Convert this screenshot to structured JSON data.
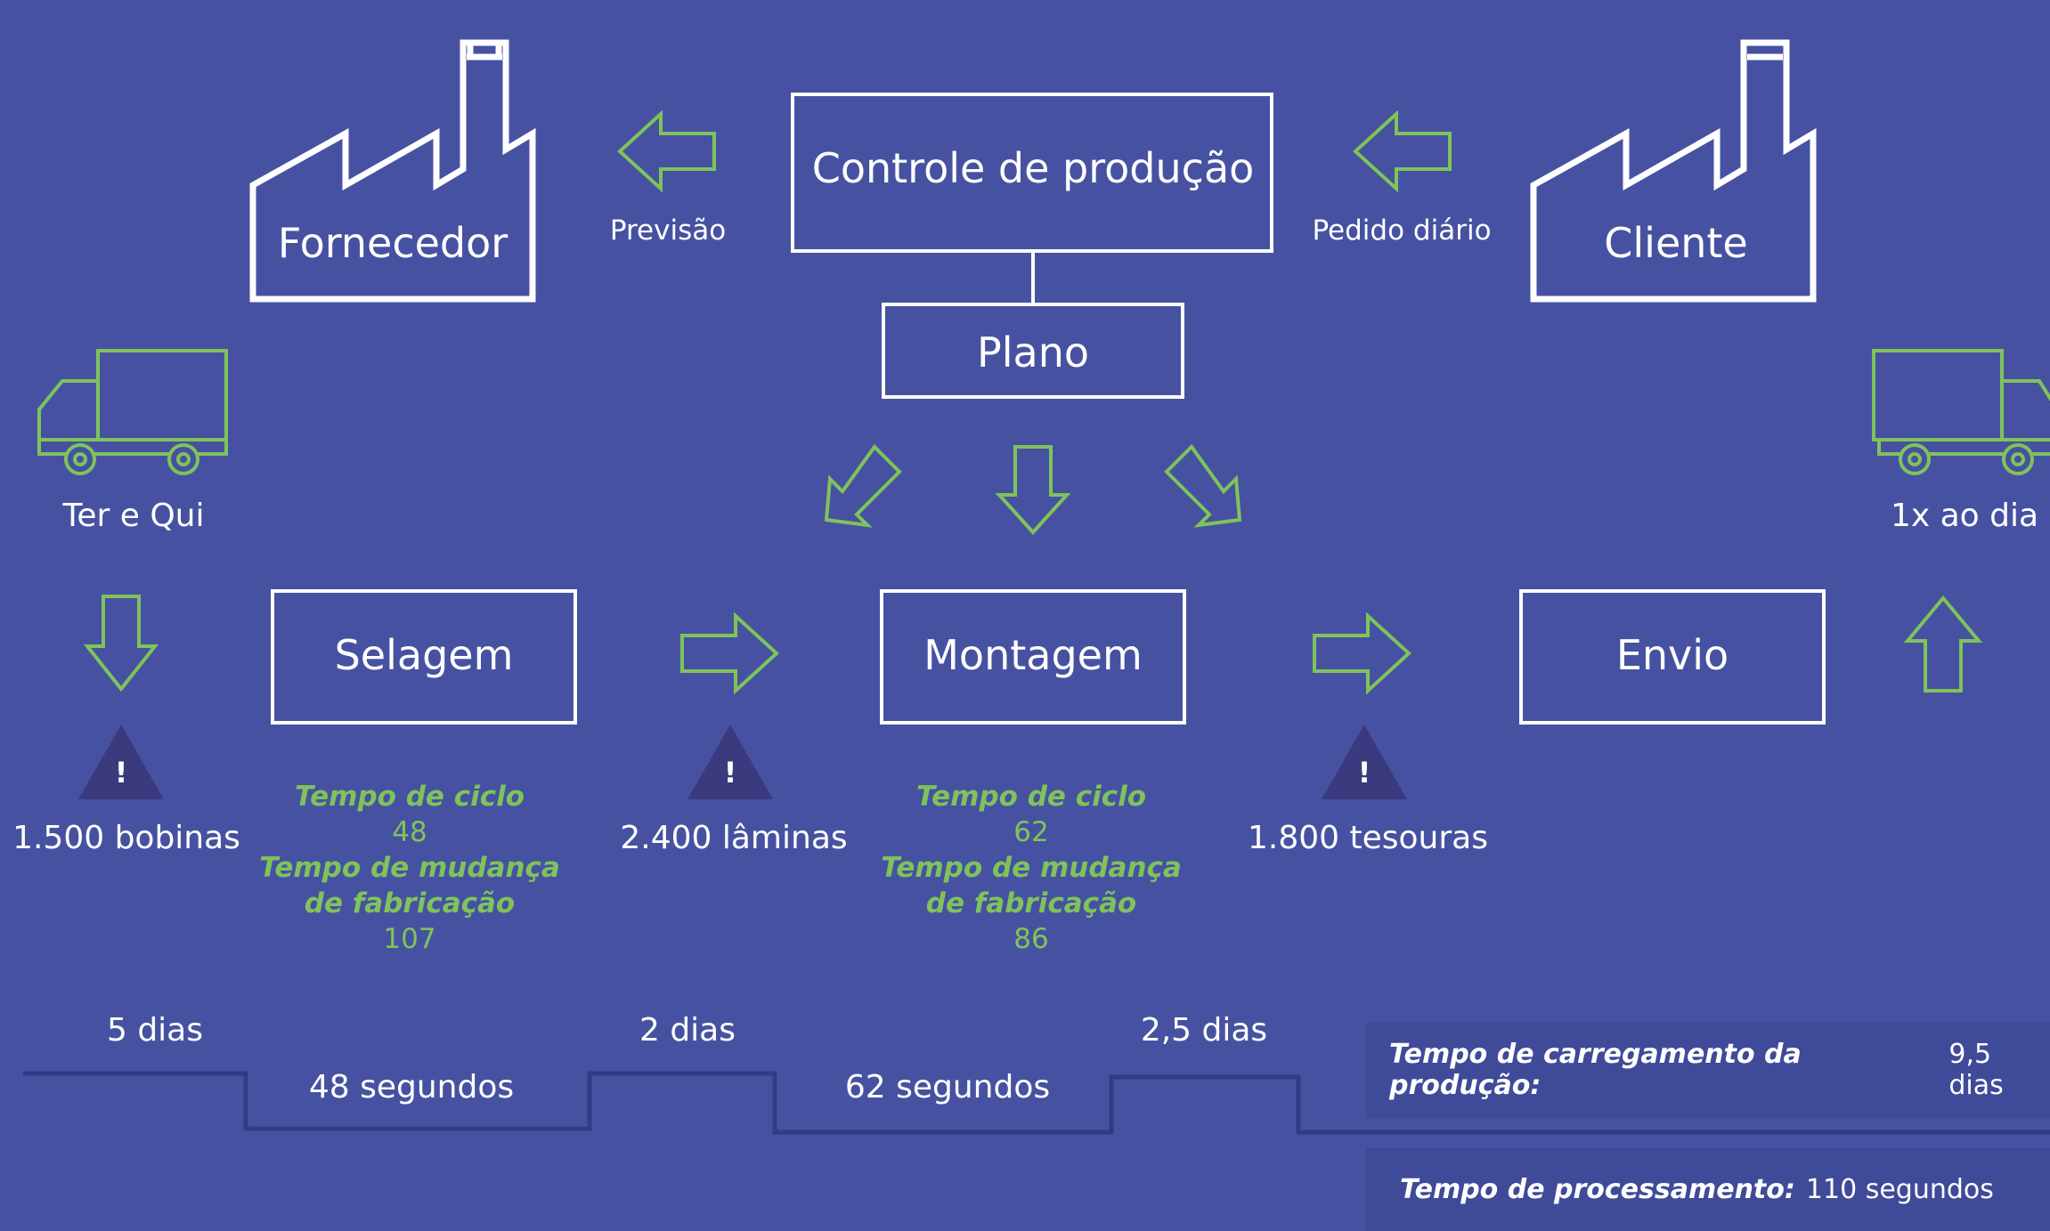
{
  "colors": {
    "background": "#4652a1",
    "accent": "#7fc35a",
    "warning_fill": "#3b3a7e",
    "panel": "#3f4a98"
  },
  "nodes": {
    "supplier": "Fornecedor",
    "customer": "Cliente",
    "production_control": "Controle de produção",
    "plan": "Plano",
    "sealing": "Selagem",
    "assembly": "Montagem",
    "shipping": "Envio"
  },
  "flows": {
    "forecast": "Previsão",
    "daily_order": "Pedido diário",
    "inbound_schedule": "Ter e Qui",
    "outbound_schedule": "1x ao dia"
  },
  "inventory": [
    {
      "mark": "!",
      "label": "1.500 bobinas"
    },
    {
      "mark": "!",
      "label": "2.400 lâminas"
    },
    {
      "mark": "!",
      "label": "1.800 tesouras"
    }
  ],
  "process_metrics": {
    "sealing": {
      "cycle_label": "Tempo de ciclo",
      "cycle_value": "48",
      "changeover_label_1": "Tempo de mudança",
      "changeover_label_2": "de fabricação",
      "changeover_value": "107"
    },
    "assembly": {
      "cycle_label": "Tempo de ciclo",
      "cycle_value": "62",
      "changeover_label_1": "Tempo de mudança",
      "changeover_label_2": "de fabricação",
      "changeover_value": "86"
    }
  },
  "timeline": {
    "waits": [
      "5 dias",
      "2 dias",
      "2,5 dias"
    ],
    "process_times": [
      "48 segundos",
      "62 segundos"
    ]
  },
  "summary": {
    "lead_time_label": "Tempo de carregamento da produção:",
    "lead_time_value": "9,5 dias",
    "processing_label": "Tempo de processamento:",
    "processing_value": "110 segundos"
  },
  "icons": [
    "factory-icon",
    "truck-icon",
    "arrow-icon",
    "warning-triangle-icon"
  ]
}
